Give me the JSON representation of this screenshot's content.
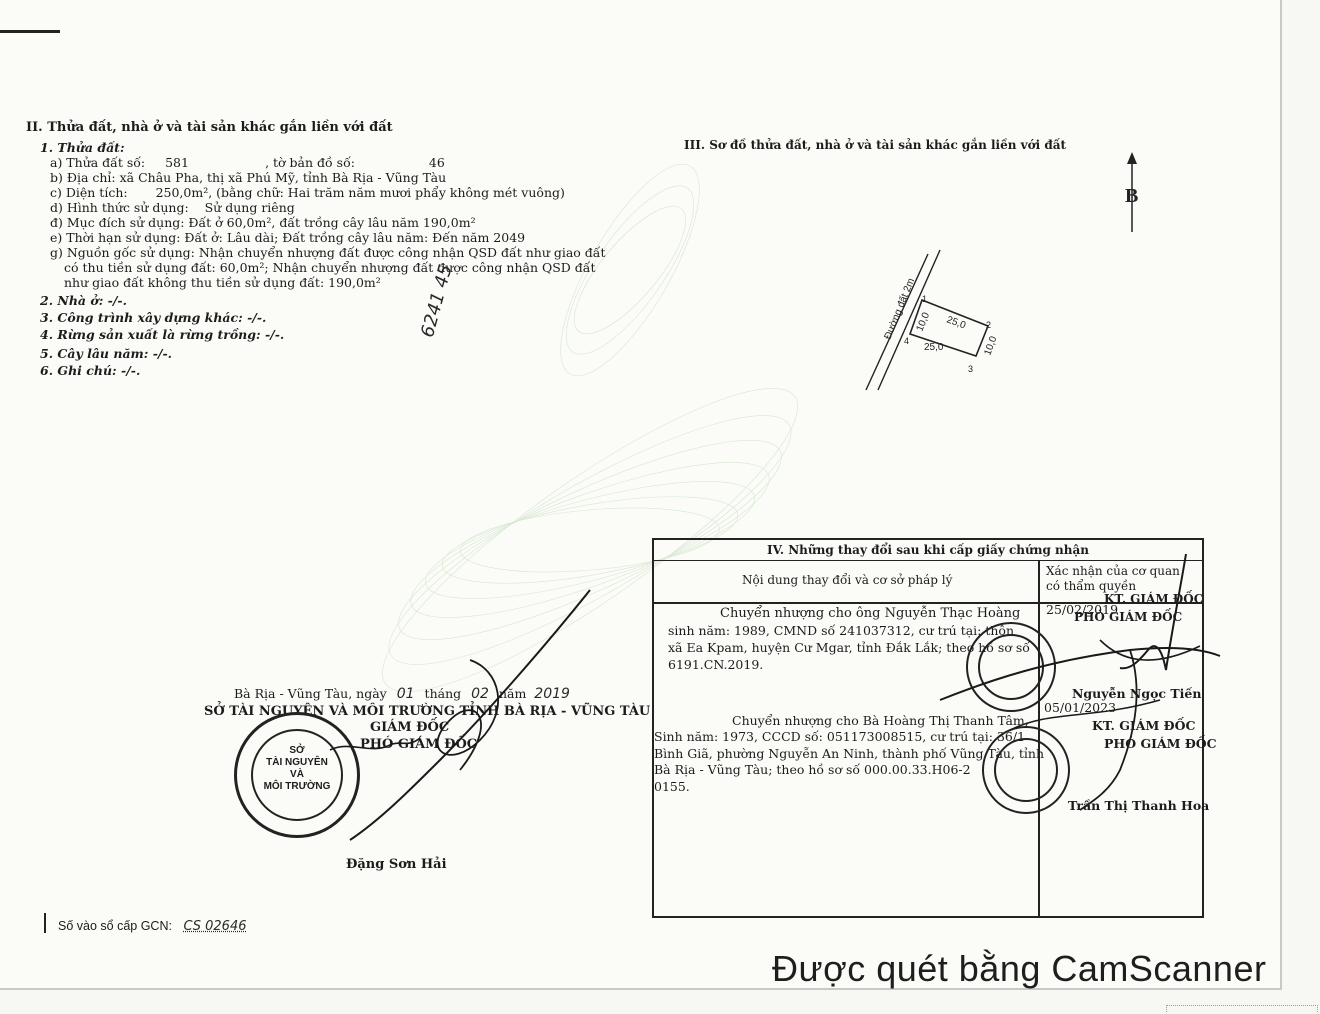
{
  "section2": {
    "title": "II. Thửa đất, nhà ở và tài sản khác gắn liền với đất",
    "item1_title": "1. Thửa đất:",
    "a_label": "a) Thửa đất số:",
    "a_parcel": "581",
    "a_map_label": ", tờ bản đồ số:",
    "a_map": "46",
    "b": "b) Địa chỉ:  xã Châu Pha, thị xã Phú Mỹ, tỉnh Bà Rịa - Vũng Tàu",
    "c_label": "c) Diện tích:",
    "c_value": "250,0m², (bằng chữ: Hai trăm năm mươi phẩy không mét vuông)",
    "d_label": "d) Hình thức sử dụng:",
    "d_value": "Sử dụng riêng",
    "dd": "đ) Mục đích sử dụng:  Đất ở 60,0m², đất trồng cây lâu năm 190,0m²",
    "e": "e) Thời hạn sử dụng:  Đất ở: Lâu dài; Đất trồng cây lâu năm: Đến năm 2049",
    "g_line1": "g) Nguồn gốc sử dụng:  Nhận chuyển nhượng đất được công nhận QSD đất như giao đất",
    "g_line2": "có thu tiền sử dụng đất: 60,0m²; Nhận chuyển nhượng đất được công nhận QSD đất",
    "g_line3": "như giao đất không thu tiền sử dụng đất: 190,0m²",
    "item2": "2. Nhà ở:  -/-.",
    "item3": "3. Công trình xây dựng khác: -/-.",
    "item4": "4. Rừng sản xuất là rừng trồng: -/-.",
    "item5": "5. Cây lâu năm:  -/-.",
    "item6": "6. Ghi chú: -/-."
  },
  "handwritten_note": "6241 45",
  "signing": {
    "date_prefix": "Bà Rịa - Vũng Tàu, ngày",
    "day": "01",
    "month_label": "tháng",
    "month": "02",
    "year_label": "năm",
    "year": "2019",
    "org": "SỞ TÀI NGUYÊN VÀ MÔI TRƯỜNG TỈNH BÀ RỊA - VŨNG TÀU",
    "role1": "GIÁM ĐỐC",
    "role2": "PHÓ GIÁM ĐỐC",
    "signer": "Đặng Sơn Hải",
    "stamp_text": [
      "SỞ",
      "TÀI NGUYÊN",
      "VÀ",
      "MÔI TRƯỜNG"
    ]
  },
  "section3": {
    "title": "III. Sơ đồ thửa đất, nhà ở và tài sản khác gắn liền với đất",
    "north": "B",
    "road": "Đường đất 2m",
    "dims": [
      "25,0",
      "10,0",
      "25,0",
      "10,0"
    ],
    "points": [
      "1",
      "2",
      "3",
      "4"
    ]
  },
  "section4": {
    "title": "IV. Những thay đổi sau khi cấp giấy chứng nhận",
    "col1_header": "Nội dung thay đổi và cơ sở pháp lý",
    "col2_header": "Xác nhận của cơ quan có thẩm quyền",
    "entry1": {
      "l1": "Chuyển nhượng cho ông Nguyễn Thạc Hoàng",
      "l2": "sinh năm: 1989, CMND số 241037312, cư trú tại: thôn",
      "l3": "xã Ea Kpam, huyện Cư Mgar, tỉnh Đắk Lắk; theo hồ sơ số",
      "l4": "6191.CN.2019.",
      "date": "25/02/2019",
      "role1": "KT. GIÁM ĐỐC",
      "role2": "PHÓ GIÁM ĐỐC",
      "signer": "Nguyễn Ngọc Tiến"
    },
    "entry2": {
      "l1": "Chuyển nhượng cho Bà Hoàng Thị Thanh Tâm,",
      "l2": "Sinh năm: 1973, CCCD số: 051173008515, cư trú tại: 36/1",
      "l3": "Bình Giã, phường Nguyễn An Ninh, thành phố Vũng Tàu, tỉnh",
      "l4": "Bà Rịa - Vũng Tàu; theo hồ sơ số 000.00.33.H06-2",
      "l5": "0155.",
      "date": "05/01/2023",
      "role1": "KT. GIÁM ĐỐC",
      "role2": "PHÓ GIÁM ĐỐC",
      "signer": "Trần Thị Thanh Hoa"
    }
  },
  "footer": {
    "label": "Số vào sổ cấp GCN:",
    "value": "CS 02646"
  },
  "watermark": "Được quét bằng CamScanner"
}
